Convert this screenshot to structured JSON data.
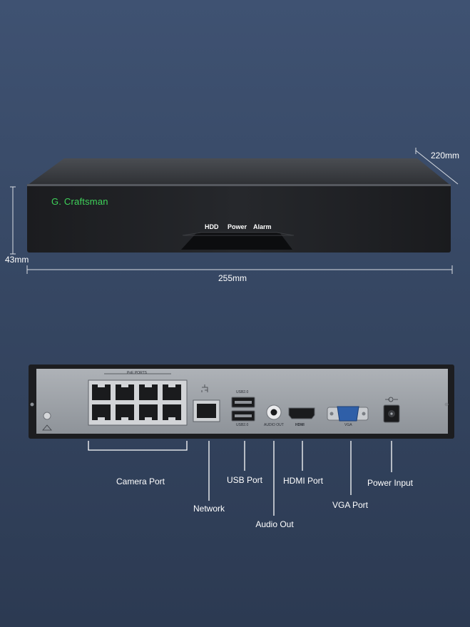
{
  "front": {
    "brand": "G. Craftsman",
    "indicators": [
      "HDD",
      "Power",
      "Alarm"
    ],
    "dimensions": {
      "depth": "220mm",
      "height": "43mm",
      "width": "255mm"
    }
  },
  "rear": {
    "poe_header": "PoE PORTS",
    "usb_top": "USB2.0",
    "usb_bottom": "USB2.0",
    "audio_text": "AUDIO OUT",
    "hdmi_text": "HDMI",
    "vga_text": "VGA"
  },
  "callouts": {
    "camera_port": "Camera Port",
    "network": "Network",
    "usb_port": "USB Port",
    "audio_out": "Audio Out",
    "hdmi_port": "HDMI Port",
    "vga_port": "VGA Port",
    "power_input": "Power Input"
  },
  "colors": {
    "brand": "#3fd35a",
    "background": "#3a4b69"
  }
}
